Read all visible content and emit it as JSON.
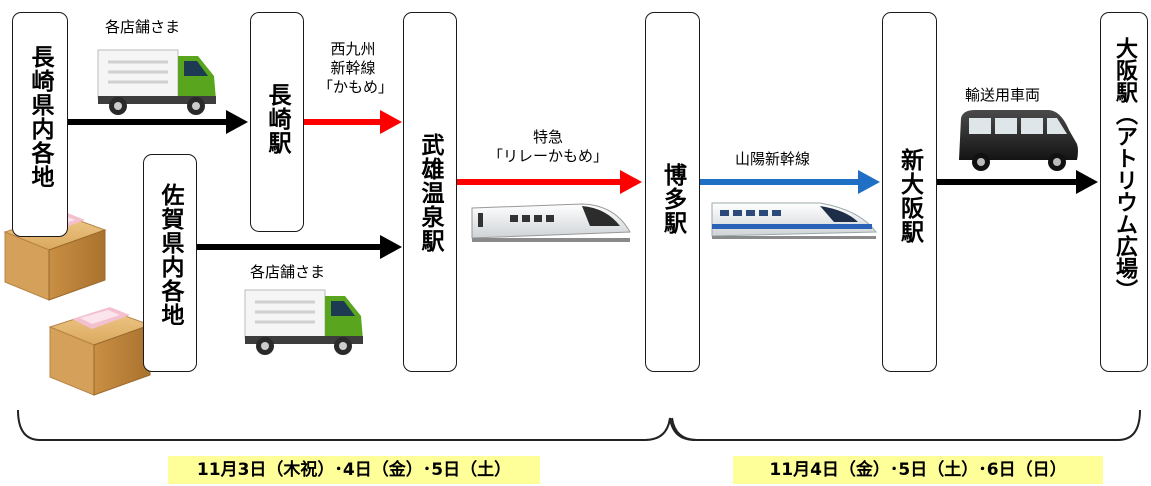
{
  "stations": {
    "nagasaki_pref": "長崎県内各地",
    "saga_pref": "佐賀県内各地",
    "nagasaki_sta": "長崎駅",
    "takeo": "武雄温泉駅",
    "hakata": "博多駅",
    "shin_osaka": "新大阪駅",
    "osaka": "大阪駅（アトリウム広場）"
  },
  "labels": {
    "stores_top": "各店舗さま",
    "stores_bottom": "各店舗さま",
    "nishikyushu_1": "西九州",
    "nishikyushu_2": "新幹線",
    "nishikyushu_3": "「かもめ」",
    "relay_1": "特急",
    "relay_2": "「リレーかもめ」",
    "sanyo": "山陽新幹線",
    "transport": "輸送用車両"
  },
  "dates": {
    "first": "11月3日（木祝）･4日（金）･5日（土）",
    "second": "11月4日（金）･5日（土）･6日（日）"
  },
  "colors": {
    "black_arrow": "#000000",
    "red_arrow": "#ff0000",
    "blue_arrow": "#1f6fc5",
    "date_bg": "#ffff99",
    "truck_green": "#5aa51e",
    "box": "#d8a65e"
  },
  "icons": [
    "truck-icon",
    "cardboard-box-icon",
    "limited-express-train-icon",
    "shinkansen-icon",
    "van-icon"
  ]
}
